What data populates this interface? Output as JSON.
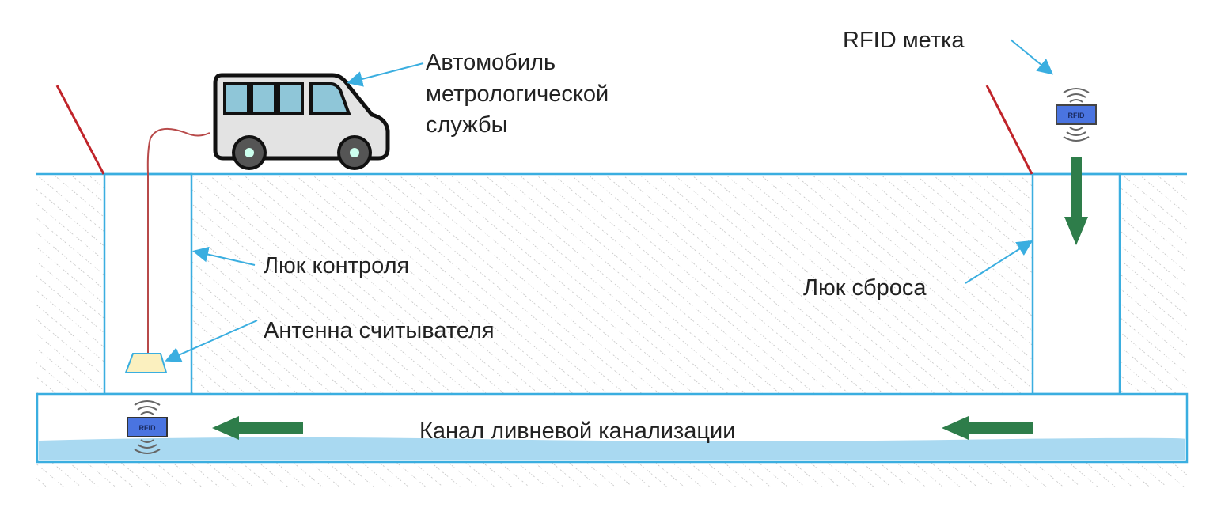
{
  "labels": {
    "vehicle": [
      "Автомобиль",
      "метрологической",
      "службы"
    ],
    "rfid_tag": "RFID метка",
    "control_hatch": "Люк контроля",
    "reset_hatch": "Люк сброса",
    "reader_antenna": "Антенна считывателя",
    "channel": "Канал ливневой канализации",
    "rfid_badge": "RFID"
  },
  "colors": {
    "outline": "#3aaee0",
    "water": "#a9d9f1",
    "flow_arrow": "#2e7d4a",
    "pole": "#c0242a",
    "cable": "#b84a4a",
    "rfid_tag": "#4a74e0"
  }
}
